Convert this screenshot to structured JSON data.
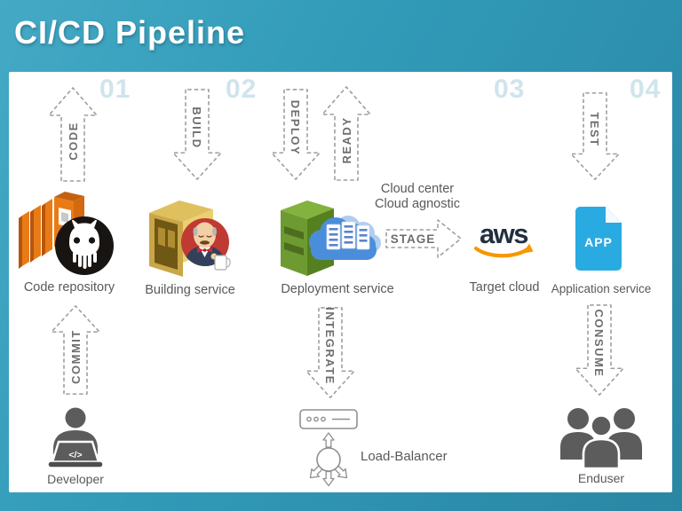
{
  "title": "CI/CD Pipeline",
  "step_numbers": [
    "01",
    "02",
    "03",
    "04"
  ],
  "arrows": {
    "code": "CODE",
    "commit": "COMMIT",
    "build": "BUILD",
    "deploy": "DEPLOY",
    "ready": "READY",
    "stage": "STAGE",
    "test": "TEST",
    "integrate": "INTEGRATE",
    "consume": "CONSUME"
  },
  "nodes": {
    "code_repository": {
      "label": "Code repository"
    },
    "building_service": {
      "label": "Building service"
    },
    "deployment_service": {
      "label": "Deployment service"
    },
    "target_cloud": {
      "label": "Target cloud",
      "aws_logo_text": "aws"
    },
    "application_service": {
      "label": "Application service",
      "file_badge_text": "APP"
    },
    "developer": {
      "label": "Developer",
      "laptop_code_text": "</>"
    },
    "load_balancer": {
      "label": "Load-Balancer"
    },
    "enduser": {
      "label": "Enduser"
    }
  },
  "annotations": {
    "cloud_note_line1": "Cloud center",
    "cloud_note_line2": "Cloud agnostic"
  },
  "colors": {
    "header_teal": "#2f93b1",
    "panel_white": "#ffffff",
    "step_number_blue": "#cfe4ec",
    "arrow_outline_gray": "#9e9e9e",
    "label_gray": "#595959",
    "codecommit_orange": "#e97b16",
    "github_black": "#171412",
    "jenkins_gold": "#c9a748",
    "jenkins_red": "#bf3a33",
    "codedeploy_green": "#6d9b31",
    "cloud_blue": "#4a8edb",
    "aws_navy": "#232f3e",
    "aws_orange": "#f79700",
    "app_cyan": "#29abe2",
    "figure_gray": "#5c5c5c"
  }
}
